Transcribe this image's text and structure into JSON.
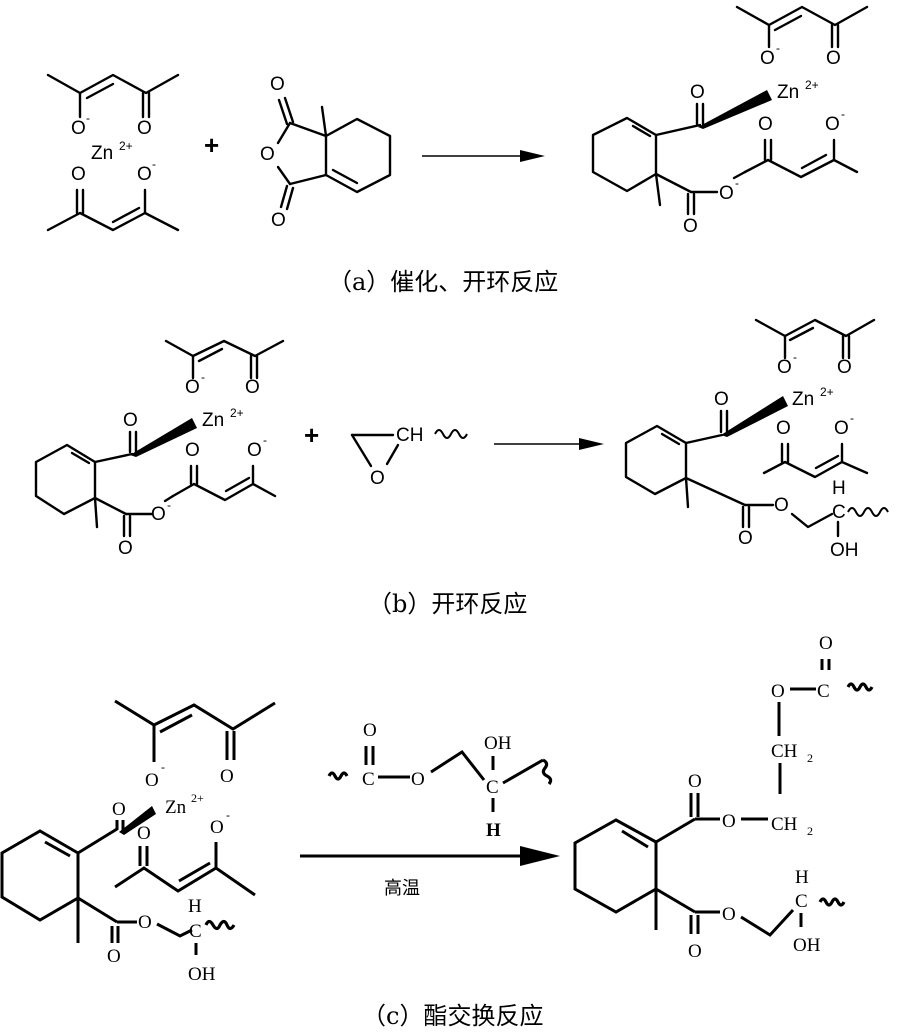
{
  "figure": {
    "panel_a": {
      "caption": "（a）催化、开环反应",
      "reactant1": {
        "name": "zinc acetylacetonate",
        "o_minus_top": "O",
        "o_top": "O",
        "zn": "Zn",
        "zn_charge": "2+",
        "o_bottom": "O",
        "o_minus_bottom": "O",
        "minus": "-"
      },
      "plus": "+",
      "reactant2": {
        "name": "methyl tetrahydrophthalic anhydride",
        "o_carbonyl_top": "O",
        "o_ring": "O",
        "o_carbonyl_bottom": "O"
      },
      "product": {
        "o_acac_minus": "O",
        "o_acac": "O",
        "o_carbonyl": "O",
        "zn": "Zn",
        "zn_charge": "2+",
        "o_acac2": "O",
        "o_acac2_minus": "O",
        "o_carboxylate": "O",
        "o_carboxyl_dbl": "O",
        "minus": "-"
      }
    },
    "panel_b": {
      "caption": "（b）开环反应",
      "reactant1": {
        "o_acac_minus": "O",
        "o_acac": "O",
        "o_carbonyl": "O",
        "zn": "Zn",
        "zn_charge": "2+",
        "o_acac2": "O",
        "o_acac2_minus": "O",
        "o_carboxylate": "O",
        "o_carboxyl_dbl": "O",
        "minus": "-"
      },
      "plus": "+",
      "reactant2": {
        "name": "epoxide",
        "ch": "CH",
        "o_ring": "O"
      },
      "product": {
        "o_acac_minus": "O",
        "o_acac": "O",
        "o_carbonyl": "O",
        "zn": "Zn",
        "zn_charge": "2+",
        "o_acac2": "O",
        "o_acac2_minus": "O",
        "o_ester": "O",
        "o_ester_dbl": "O",
        "h": "H",
        "c": "C",
        "oh": "OH",
        "minus": "-"
      }
    },
    "panel_c": {
      "caption": "（c）酯交换反应",
      "condition": "高温",
      "reactant1": {
        "o_acac_minus": "O",
        "o_acac": "O",
        "o_carbonyl": "O",
        "zn": "Zn",
        "zn_charge": "2+",
        "o_acac2": "O",
        "o_acac2_minus": "O",
        "h_vinyl": "H",
        "o_ester": "O",
        "o_ester_dbl": "O",
        "c": "C",
        "oh": "OH",
        "minus": "-"
      },
      "reactant2": {
        "o_dbl": "O",
        "c_carbonyl": "C",
        "o_ester": "O",
        "oh": "OH",
        "c": "C",
        "h": "H"
      },
      "product": {
        "o_dbl_top": "O",
        "o_top": "O",
        "c_top": "C",
        "ch2_a": "CH",
        "ch2_b": "CH",
        "sub2": "2",
        "o_ester1_dbl": "O",
        "o_ester1": "O",
        "h": "H",
        "c": "C",
        "o_ester2": "O",
        "o_ester2_dbl": "O",
        "oh": "OH"
      }
    }
  }
}
